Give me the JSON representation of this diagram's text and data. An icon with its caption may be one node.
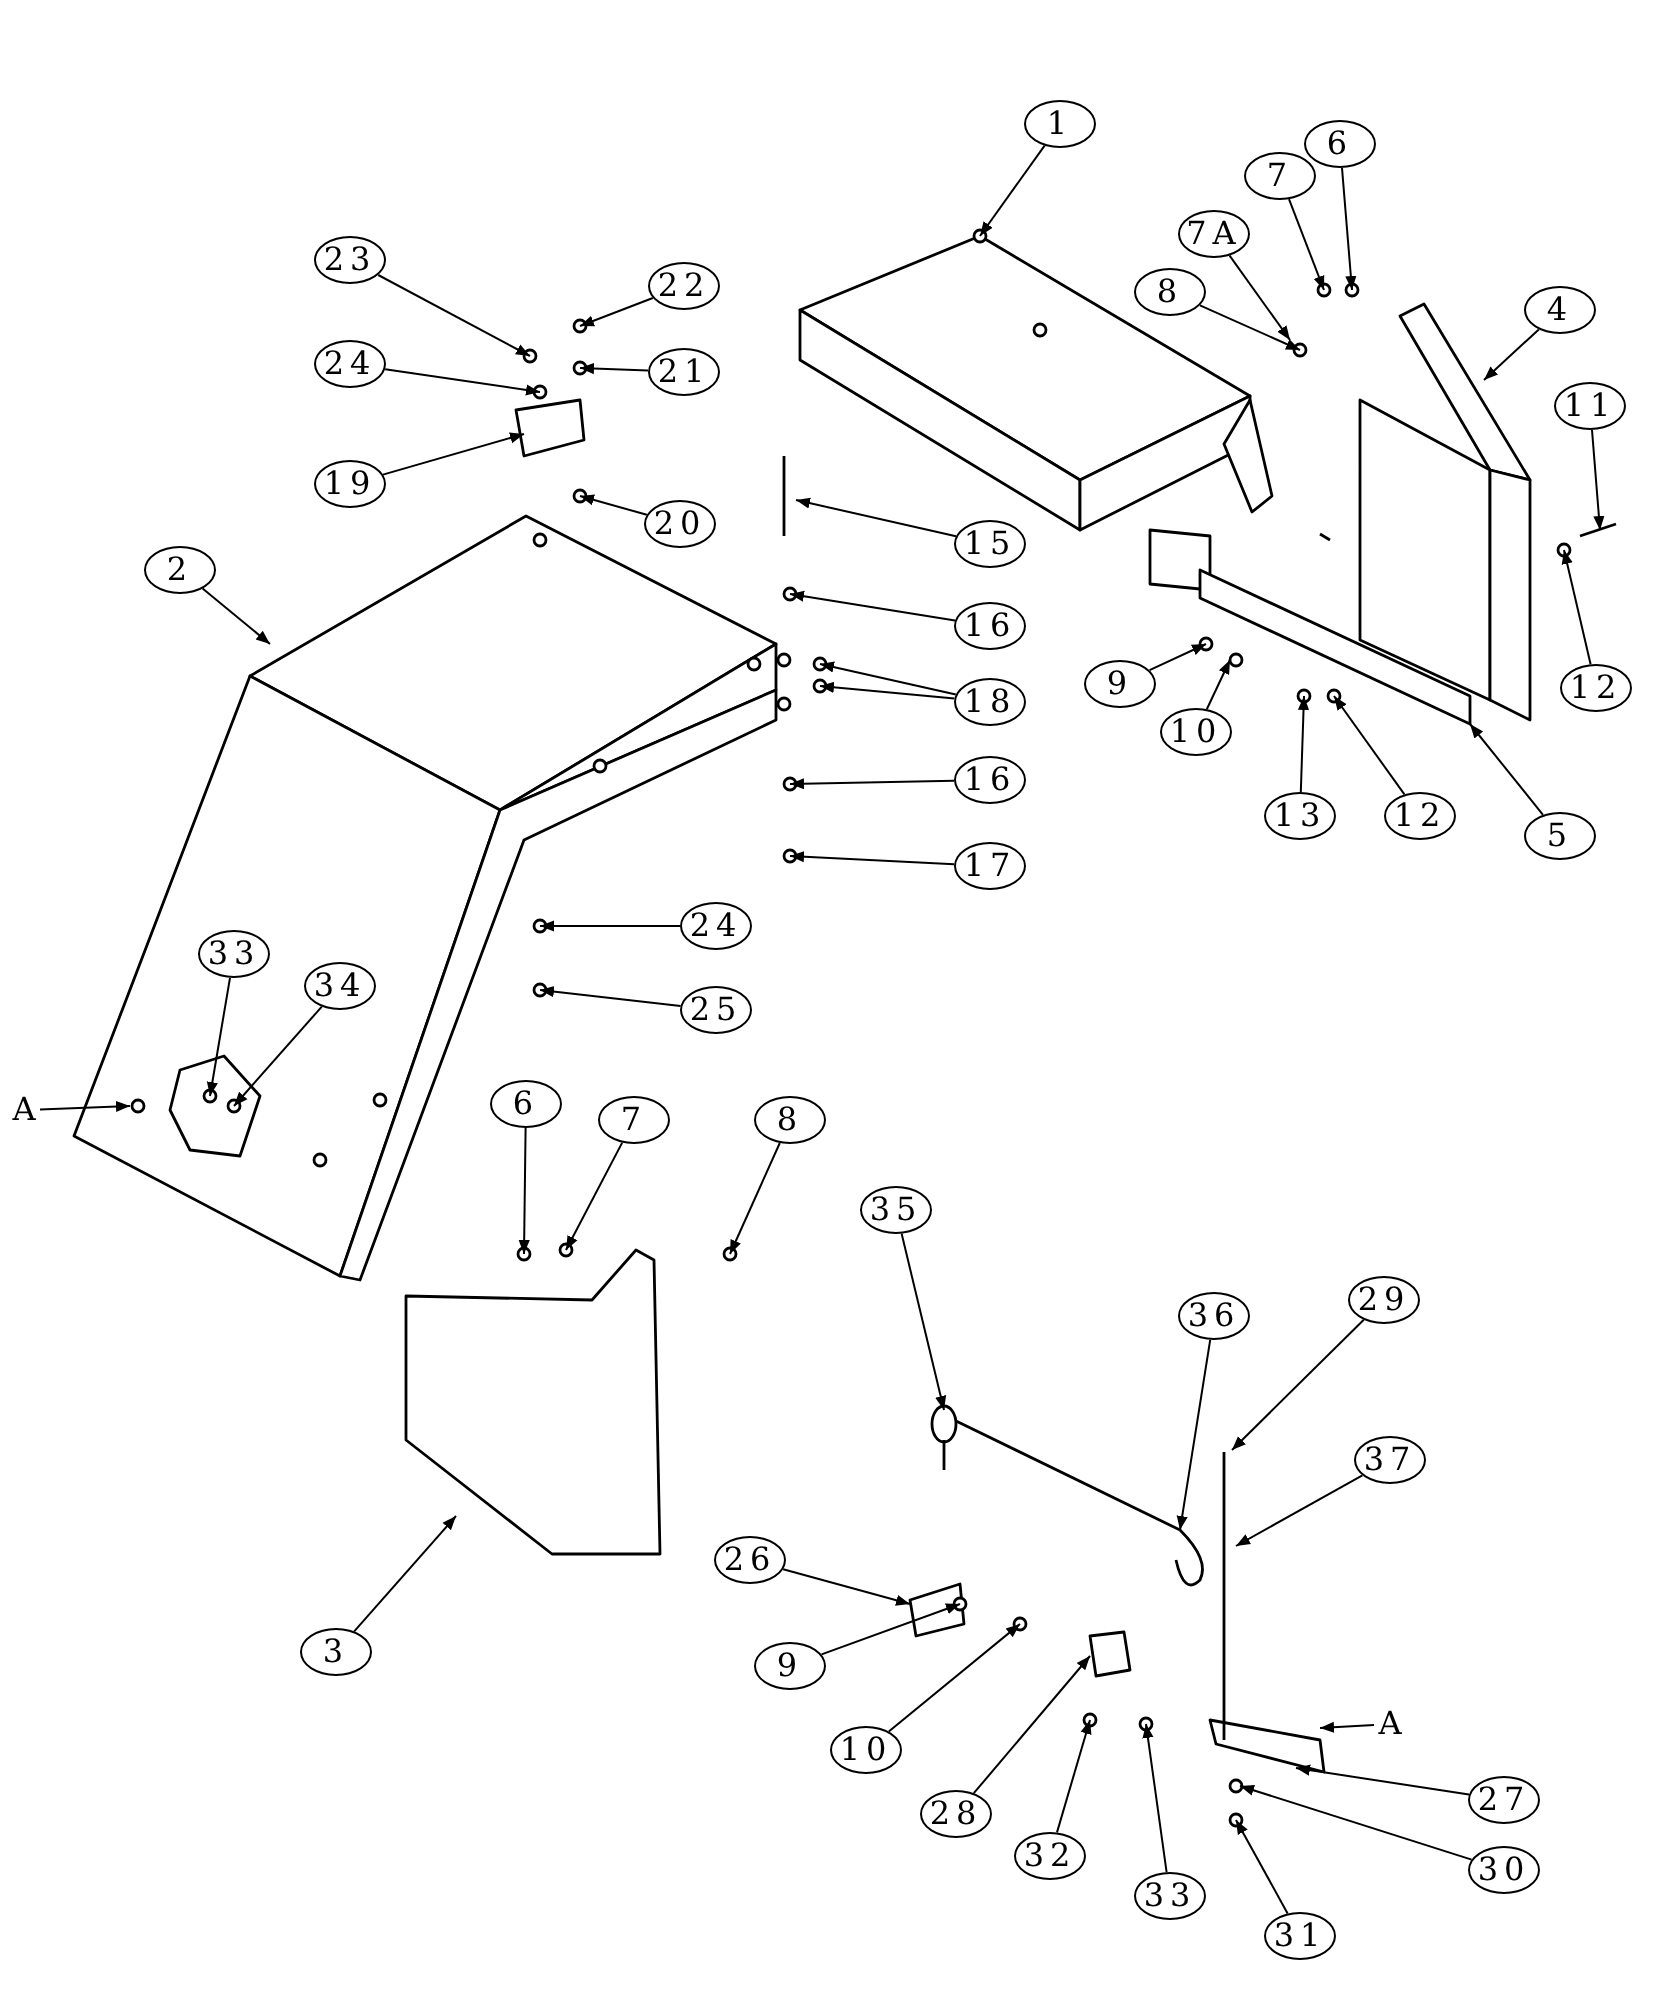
{
  "diagram": {
    "nodes": [
      {
        "text": [
          "1"
        ]
      },
      {
        "text": [
          "7A"
        ]
      },
      {
        "text": [
          "7"
        ]
      },
      {
        "text": [
          "6"
        ]
      },
      {
        "text": [
          "8"
        ]
      },
      {
        "text": [
          "4"
        ]
      },
      {
        "text": [
          "11"
        ]
      },
      {
        "text": [
          "12"
        ]
      },
      {
        "text": [
          "23"
        ]
      },
      {
        "text": [
          "22"
        ]
      },
      {
        "text": [
          "24"
        ]
      },
      {
        "text": [
          "21"
        ]
      },
      {
        "text": [
          "19"
        ]
      },
      {
        "text": [
          "20"
        ]
      },
      {
        "text": [
          "15"
        ]
      },
      {
        "text": [
          "16"
        ]
      },
      {
        "text": [
          "18"
        ]
      },
      {
        "text": [
          "16"
        ]
      },
      {
        "text": [
          "17"
        ]
      },
      {
        "text": [
          "2"
        ]
      },
      {
        "text": [
          "9"
        ]
      },
      {
        "text": [
          "10"
        ]
      },
      {
        "text": [
          "13"
        ]
      },
      {
        "text": [
          "12"
        ]
      },
      {
        "text": [
          "5"
        ]
      },
      {
        "text": [
          "24"
        ]
      },
      {
        "text": [
          "25"
        ]
      },
      {
        "text": [
          "33"
        ]
      },
      {
        "text": [
          "34"
        ]
      },
      {
        "text": [
          "A"
        ]
      },
      {
        "text": [
          "6"
        ]
      },
      {
        "text": [
          "7"
        ]
      },
      {
        "text": [
          "8"
        ]
      },
      {
        "text": [
          "3"
        ]
      },
      {
        "text": [
          "35"
        ]
      },
      {
        "text": [
          "36"
        ]
      },
      {
        "text": [
          "29"
        ]
      },
      {
        "text": [
          "37"
        ]
      },
      {
        "text": [
          "26"
        ]
      },
      {
        "text": [
          "9"
        ]
      },
      {
        "text": [
          "10"
        ]
      },
      {
        "text": [
          "28"
        ]
      },
      {
        "text": [
          "32"
        ]
      },
      {
        "text": [
          "33"
        ]
      },
      {
        "text": [
          "27"
        ]
      },
      {
        "text": [
          "A"
        ]
      },
      {
        "text": [
          "30"
        ]
      },
      {
        "text": [
          "31"
        ]
      }
    ],
    "edges": [
      {
        "from": 0,
        "to": null,
        "arrow": "to"
      },
      {
        "from": 1,
        "to": null,
        "arrow": "to"
      },
      {
        "from": 2,
        "to": null,
        "arrow": "to"
      },
      {
        "from": 3,
        "to": null,
        "arrow": "to"
      },
      {
        "from": 4,
        "to": null,
        "arrow": "to"
      },
      {
        "from": 5,
        "to": null,
        "arrow": "to"
      },
      {
        "from": 6,
        "to": null,
        "arrow": "to"
      },
      {
        "from": 7,
        "to": null,
        "arrow": "to"
      },
      {
        "from": 8,
        "to": null,
        "arrow": "to"
      },
      {
        "from": 9,
        "to": null,
        "arrow": "to"
      },
      {
        "from": 10,
        "to": null,
        "arrow": "to"
      },
      {
        "from": 11,
        "to": null,
        "arrow": "to"
      },
      {
        "from": 12,
        "to": null,
        "arrow": "to"
      },
      {
        "from": 13,
        "to": null,
        "arrow": "to"
      },
      {
        "from": 14,
        "to": null,
        "arrow": "to"
      },
      {
        "from": 15,
        "to": null,
        "arrow": "to"
      },
      {
        "from": 16,
        "to": null,
        "arrow": "to"
      },
      {
        "from": 16,
        "to": null,
        "arrow": "to"
      },
      {
        "from": 17,
        "to": null,
        "arrow": "to"
      },
      {
        "from": 18,
        "to": null,
        "arrow": "to"
      },
      {
        "from": 19,
        "to": null,
        "arrow": "to"
      },
      {
        "from": 20,
        "to": null,
        "arrow": "to"
      },
      {
        "from": 21,
        "to": null,
        "arrow": "to"
      },
      {
        "from": 22,
        "to": null,
        "arrow": "to"
      },
      {
        "from": 23,
        "to": null,
        "arrow": "to"
      },
      {
        "from": 24,
        "to": null,
        "arrow": "to"
      },
      {
        "from": 25,
        "to": null,
        "arrow": "to"
      },
      {
        "from": 26,
        "to": null,
        "arrow": "to"
      },
      {
        "from": 27,
        "to": null,
        "arrow": "to"
      },
      {
        "from": 28,
        "to": null,
        "arrow": "to"
      },
      {
        "from": 29,
        "to": null,
        "arrow": "to"
      },
      {
        "from": 30,
        "to": null,
        "arrow": "to"
      },
      {
        "from": 31,
        "to": null,
        "arrow": "to"
      },
      {
        "from": 32,
        "to": null,
        "arrow": "to"
      },
      {
        "from": 33,
        "to": null,
        "arrow": "to"
      },
      {
        "from": 34,
        "to": null,
        "arrow": "to"
      },
      {
        "from": 35,
        "to": null,
        "arrow": "to"
      },
      {
        "from": 36,
        "to": null,
        "arrow": "to"
      },
      {
        "from": 37,
        "to": null,
        "arrow": "to"
      },
      {
        "from": 38,
        "to": null,
        "arrow": "to"
      },
      {
        "from": 39,
        "to": null,
        "arrow": "to"
      },
      {
        "from": 40,
        "to": null,
        "arrow": "to"
      },
      {
        "from": 41,
        "to": null,
        "arrow": "to"
      },
      {
        "from": 42,
        "to": null,
        "arrow": "to"
      },
      {
        "from": 43,
        "to": null,
        "arrow": "to"
      },
      {
        "from": 44,
        "to": null,
        "arrow": "to"
      },
      {
        "from": 45,
        "to": null,
        "arrow": "to"
      },
      {
        "from": 46,
        "to": null,
        "arrow": "to"
      },
      {
        "from": 47,
        "to": null,
        "arrow": "to"
      }
    ]
  }
}
